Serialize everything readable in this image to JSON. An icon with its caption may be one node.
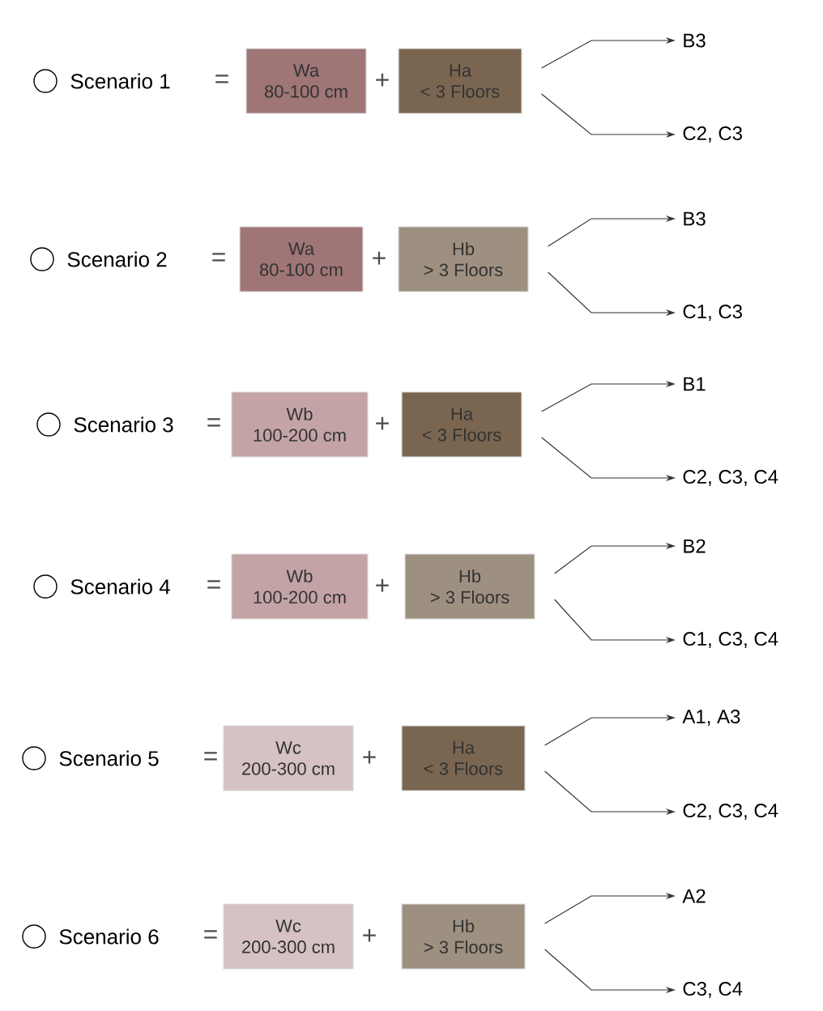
{
  "diagram": {
    "nodes": [
      {
        "text": [
          "Scenario 1"
        ]
      },
      {
        "text": [
          "Wa",
          "80-100 cm"
        ]
      },
      {
        "text": [
          "Ha",
          "< 3 Floors"
        ]
      },
      {
        "text": [
          "B3"
        ]
      },
      {
        "text": [
          "C2, C3"
        ]
      },
      {
        "text": [
          "Scenario 2"
        ]
      },
      {
        "text": [
          "Wa",
          "80-100 cm"
        ]
      },
      {
        "text": [
          "Hb",
          "> 3 Floors"
        ]
      },
      {
        "text": [
          "B3"
        ]
      },
      {
        "text": [
          "C1, C3"
        ]
      },
      {
        "text": [
          "Scenario 3"
        ]
      },
      {
        "text": [
          "Wb",
          "100-200 cm"
        ]
      },
      {
        "text": [
          "Ha",
          "< 3 Floors"
        ]
      },
      {
        "text": [
          "B1"
        ]
      },
      {
        "text": [
          "C2, C3, C4"
        ]
      },
      {
        "text": [
          "Scenario 4"
        ]
      },
      {
        "text": [
          "Wb",
          "100-200 cm"
        ]
      },
      {
        "text": [
          "Hb",
          "> 3 Floors"
        ]
      },
      {
        "text": [
          "B2"
        ]
      },
      {
        "text": [
          "C1, C3, C4"
        ]
      },
      {
        "text": [
          "Scenario 5"
        ]
      },
      {
        "text": [
          "Wc",
          "200-300 cm"
        ]
      },
      {
        "text": [
          "Ha",
          "< 3 Floors"
        ]
      },
      {
        "text": [
          "A1, A3"
        ]
      },
      {
        "text": [
          "C2, C3, C4"
        ]
      },
      {
        "text": [
          "Scenario 6"
        ]
      },
      {
        "text": [
          "Wc",
          "200-300 cm"
        ]
      },
      {
        "text": [
          "Hb",
          "> 3 Floors"
        ]
      },
      {
        "text": [
          "A2"
        ]
      },
      {
        "text": [
          "C3, C4"
        ]
      }
    ],
    "edges": [
      {
        "from": 2,
        "to": 3,
        "arrow": "to"
      },
      {
        "from": 2,
        "to": 4,
        "arrow": "to"
      },
      {
        "from": 7,
        "to": 8,
        "arrow": "to"
      },
      {
        "from": 7,
        "to": 9,
        "arrow": "to"
      },
      {
        "from": 12,
        "to": 13,
        "arrow": "to"
      },
      {
        "from": 12,
        "to": 14,
        "arrow": "to"
      },
      {
        "from": 17,
        "to": 18,
        "arrow": "to"
      },
      {
        "from": 17,
        "to": 19,
        "arrow": "to"
      },
      {
        "from": 22,
        "to": 23,
        "arrow": "to"
      },
      {
        "from": 22,
        "to": 24,
        "arrow": "to"
      },
      {
        "from": 27,
        "to": 28,
        "arrow": "to"
      },
      {
        "from": 27,
        "to": 29,
        "arrow": "to"
      }
    ],
    "labels": [
      "=",
      "+",
      "=",
      "+",
      "=",
      "+",
      "=",
      "+",
      "=",
      "+",
      "=",
      "+"
    ]
  }
}
